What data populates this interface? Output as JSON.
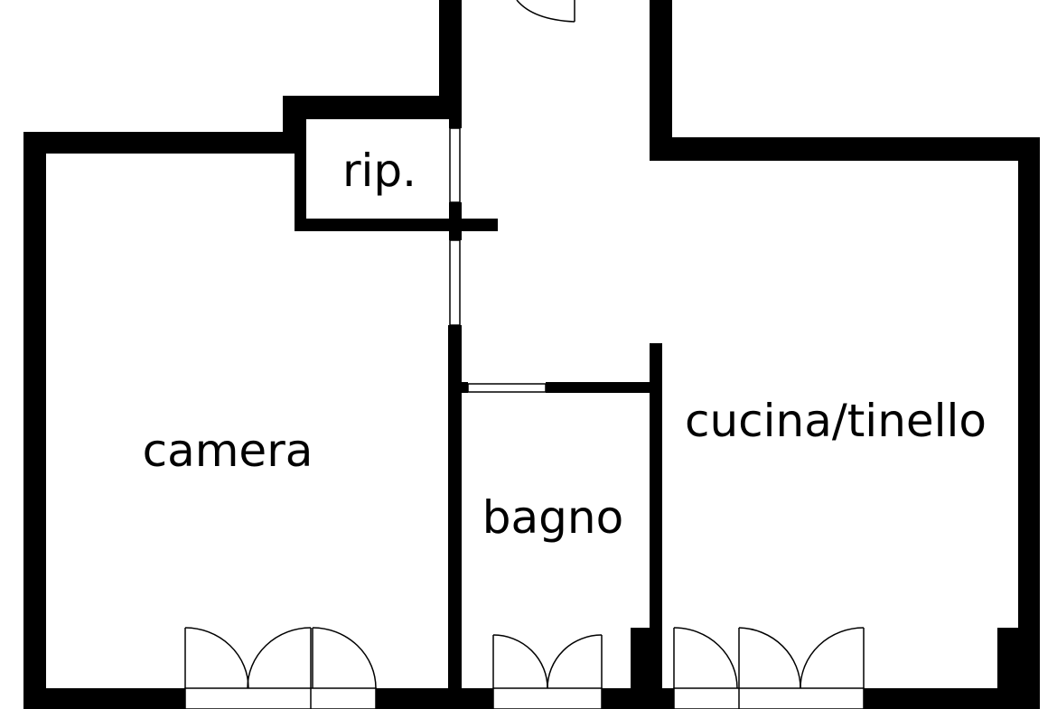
{
  "rooms": {
    "storage": "rip.",
    "bedroom": "camera",
    "bathroom": "bagno",
    "kitchen": "cucina/tinello"
  },
  "colors": {
    "wall": "#000000",
    "background": "#ffffff"
  }
}
